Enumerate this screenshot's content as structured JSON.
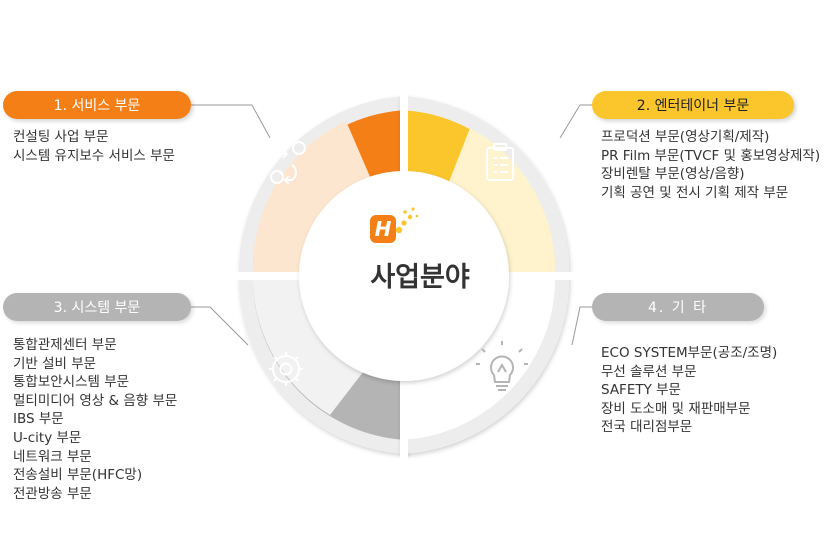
{
  "center": {
    "title": "사업분야",
    "logo_icon": "h-logo-icon"
  },
  "colors": {
    "orange": "#f57f17",
    "yellow": "#fbc52c",
    "gray": "#b4b4b4",
    "light_gray": "#e6e6e6"
  },
  "sections": [
    {
      "label": "1. 서비스 부문",
      "icon": "exchange-arrows-icon",
      "items": [
        "컨설팅 사업 부문",
        "시스템 유지보수 서비스 부문"
      ]
    },
    {
      "label": "2. 엔터테이너 부문",
      "icon": "clipboard-icon",
      "items": [
        "프로덕션 부문(영상기획/제작)",
        "PR Film 부문(TVCF 및 홍보영상제작)",
        "장비렌탈 부문(영상/음향)",
        "기획 공연 및 전시 기획 제작 부문"
      ]
    },
    {
      "label": "3. 시스템 부문",
      "icon": "gear-icon",
      "items": [
        "통합관제센터 부문",
        "기반 설비 부문",
        "통합보안시스템 부문",
        "멀티미디어 영상 & 음향 부문",
        "IBS 부문",
        "U-city 부문",
        "네트워크 부문",
        "전송설비 부문(HFC망)",
        "전관방송 부문"
      ]
    },
    {
      "label": "4. 기 타",
      "icon": "lightbulb-icon",
      "items": [
        "ECO SYSTEM부문(공조/조명)",
        "무선 솔루션 부문",
        "SAFETY 부문",
        "장비 도소매 및 재판매부문",
        "전국 대리점부문"
      ]
    }
  ]
}
